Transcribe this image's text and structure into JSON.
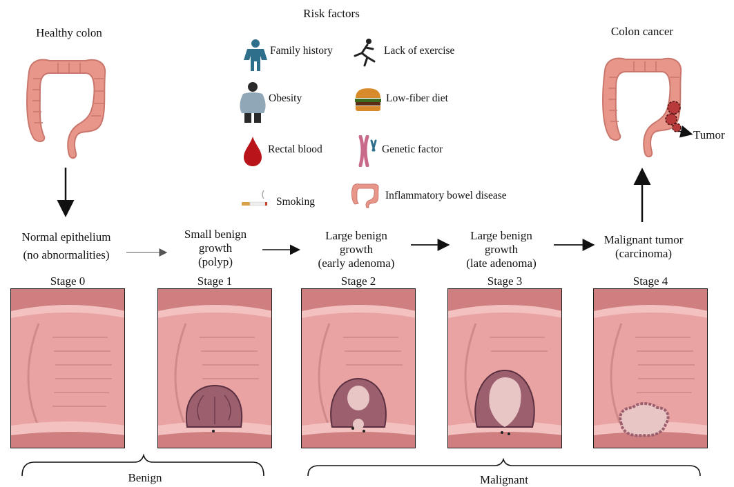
{
  "title": "Risk factors",
  "healthy_colon_label": "Healthy colon",
  "colon_cancer_label": "Colon cancer",
  "tumor_label": "Tumor",
  "risk_factors": [
    {
      "label": "Family history",
      "icon": "family-history-icon"
    },
    {
      "label": "Lack of exercise",
      "icon": "running-person-icon"
    },
    {
      "label": "Obesity",
      "icon": "obesity-icon"
    },
    {
      "label": "Low-fiber diet",
      "icon": "burger-icon"
    },
    {
      "label": "Rectal blood",
      "icon": "blood-drop-icon"
    },
    {
      "label": "Genetic factor",
      "icon": "chromosome-icon"
    },
    {
      "label": "Smoking",
      "icon": "cigarette-icon"
    },
    {
      "label": "Inflammatory bowel disease",
      "icon": "colon-icon"
    }
  ],
  "stages": [
    {
      "description": [
        "Normal epithelium",
        "(no abnormalities)"
      ],
      "stage": "Stage 0"
    },
    {
      "description": [
        "Small benign",
        "growth",
        "(polyp)"
      ],
      "stage": "Stage 1"
    },
    {
      "description": [
        "Large benign",
        "growth",
        "(early adenoma)"
      ],
      "stage": "Stage 2"
    },
    {
      "description": [
        "Large benign",
        "growth",
        "(late adenoma)"
      ],
      "stage": "Stage 3"
    },
    {
      "description": [
        "Malignant tumor",
        "(carcinoma)"
      ],
      "stage": "Stage 4"
    }
  ],
  "groups": {
    "benign": "Benign",
    "malignant": "Malignant"
  },
  "colors": {
    "colon": "#e8958a",
    "tissue": "#e9a3a3",
    "polyp": "#9c5f6e",
    "tumor": "#e8c6c6",
    "blood": "#b8141a",
    "family_icon": "#2e6f8c"
  }
}
